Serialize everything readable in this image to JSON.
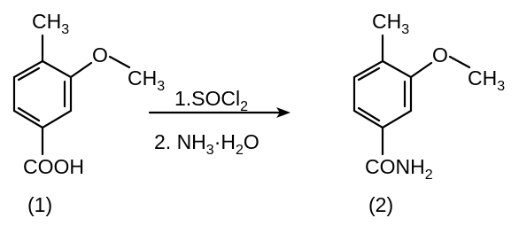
{
  "reactant": {
    "methyl": "CH",
    "methyl_sub": "3",
    "oxygen": "O",
    "methoxy_methyl": "CH",
    "methoxy_methyl_sub": "3",
    "acid_group": "COOH",
    "number": "(1)"
  },
  "product": {
    "methyl": "CH",
    "methyl_sub": "3",
    "oxygen": "O",
    "methoxy_methyl": "CH",
    "methoxy_methyl_sub": "3",
    "amide_group": "CONH",
    "amide_sub": "2",
    "number": "(2)"
  },
  "conditions": {
    "step1": "1.SOCl",
    "step1_sub": "2",
    "step2_prefix": "2. NH",
    "step2_sub": "3",
    "step2_dot": "·",
    "step2_water": "H",
    "step2_water_sub": "2",
    "step2_water_end": "O"
  },
  "colors": {
    "ink": "#000000",
    "background": "#ffffff"
  }
}
